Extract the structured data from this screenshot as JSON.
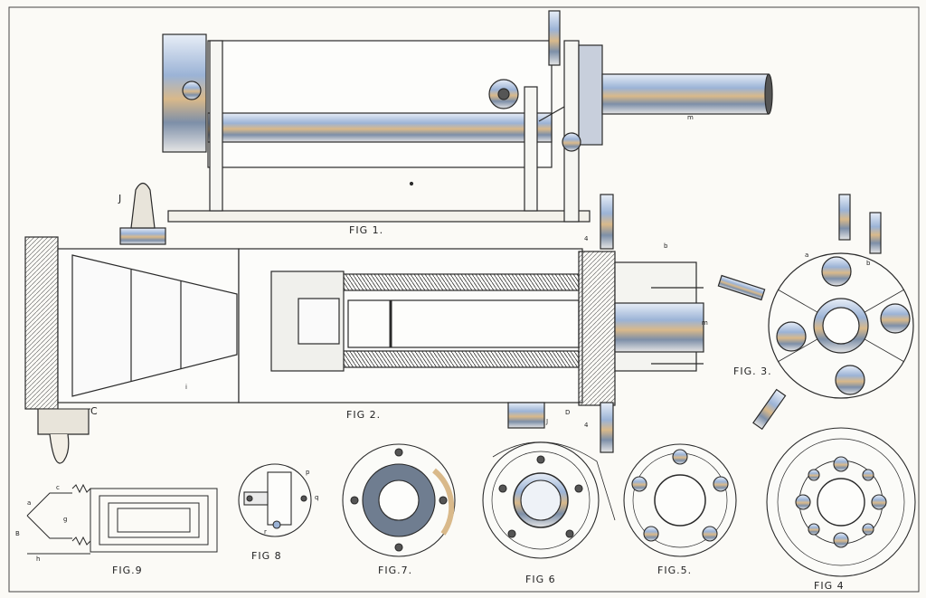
{
  "captions": {
    "fig1": "FIG 1.",
    "fig2": "FIG 2.",
    "fig3": "FIG. 3.",
    "fig4": "FIG 4",
    "fig5": "FIG.5.",
    "fig6": "FIG 6",
    "fig7": "FIG.7.",
    "fig8": "FIG 8",
    "fig9": "FIG.9"
  },
  "letters": {
    "m1": "m",
    "j1": "J",
    "c": "C",
    "i": "i",
    "d": "D",
    "four_a": "4",
    "four_b": "4",
    "m2": "m",
    "b_fig2": "b",
    "a_fig3": "a",
    "b_fig3": "b",
    "j2": "J",
    "p": "p",
    "q": "q",
    "r": "r",
    "b_fig9": "B",
    "h": "h",
    "a_fig9": "a",
    "c_fig9": "c",
    "g": "g"
  },
  "colors": {
    "ink": "#2a2a2a",
    "tint_blue": "#9bb3d6",
    "tint_tan": "#d9b98a",
    "paper": "#fbfaf6"
  }
}
